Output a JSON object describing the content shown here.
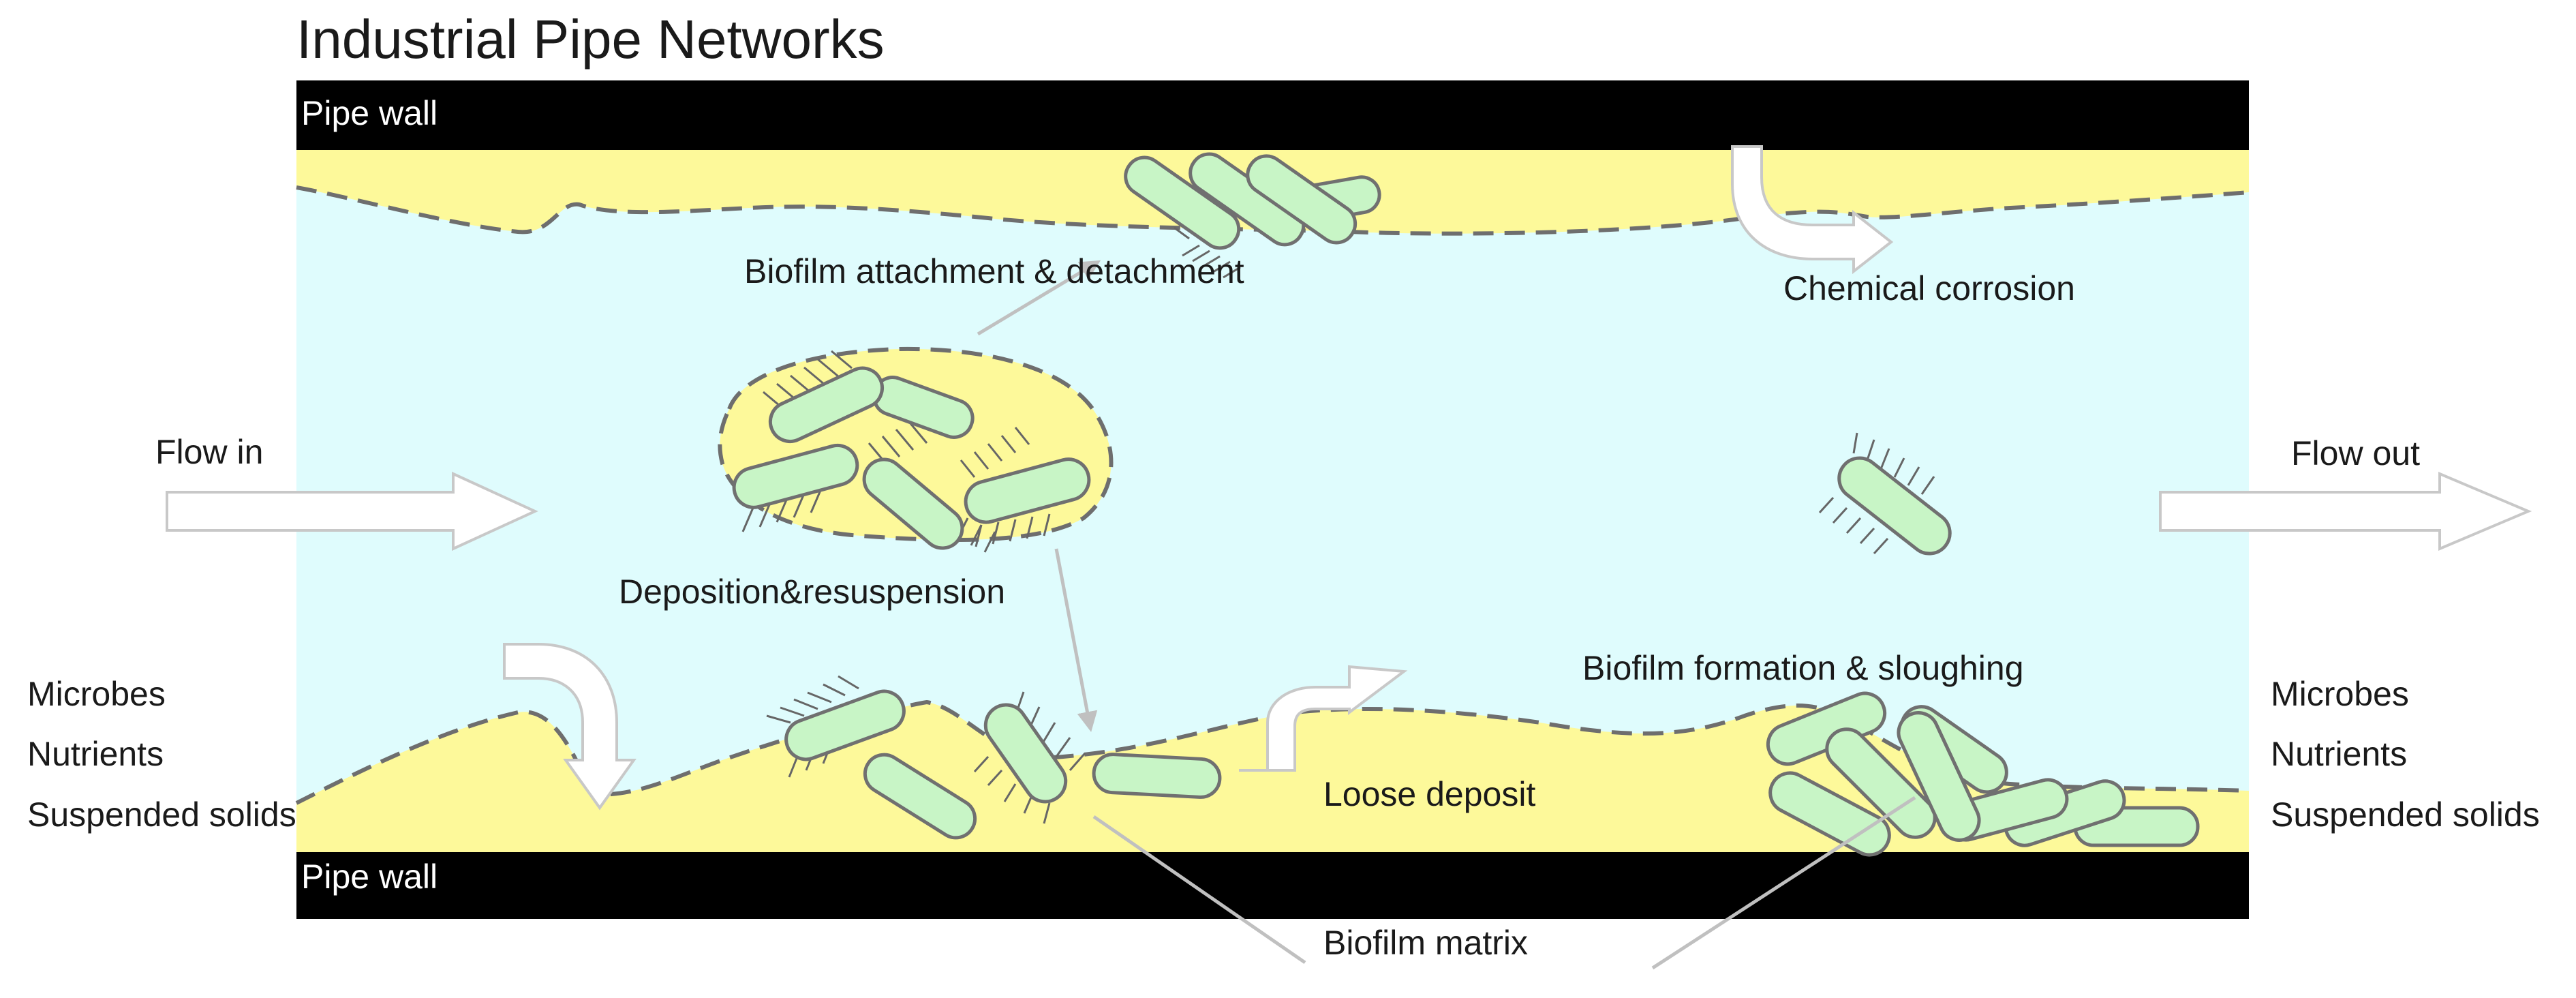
{
  "diagram": {
    "title": "Industrial Pipe Networks",
    "top_wall_label": "Pipe wall",
    "bottom_wall_label": "Pipe wall",
    "flow_in_label": "Flow in",
    "flow_out_label": "Flow out",
    "left_inputs": [
      "Microbes",
      "Nutrients",
      "Suspended solids"
    ],
    "right_outputs": [
      "Microbes",
      "Nutrients",
      "Suspended solids"
    ],
    "process_labels": {
      "attachment": "Biofilm attachment & detachment",
      "corrosion": "Chemical corrosion",
      "deposition": "Deposition&resuspension",
      "formation": "Biofilm formation & sloughing",
      "loose_deposit": "Loose deposit",
      "matrix": "Biofilm matrix"
    },
    "colors": {
      "pipe_wall": "#000000",
      "water": "#dffcfd",
      "deposit": "#fdf99a",
      "microbe_fill": "#c8f5c6",
      "microbe_stroke": "#707070",
      "dashed_boundary": "#6e6e6e",
      "arrow_fill": "#ffffff",
      "arrow_stroke": "#c8c8c8",
      "pointer_line": "#c0c0c0"
    },
    "icons": [
      "hollow-arrow",
      "curved-arrow",
      "rod-microbe",
      "flagellated-microbe"
    ]
  }
}
